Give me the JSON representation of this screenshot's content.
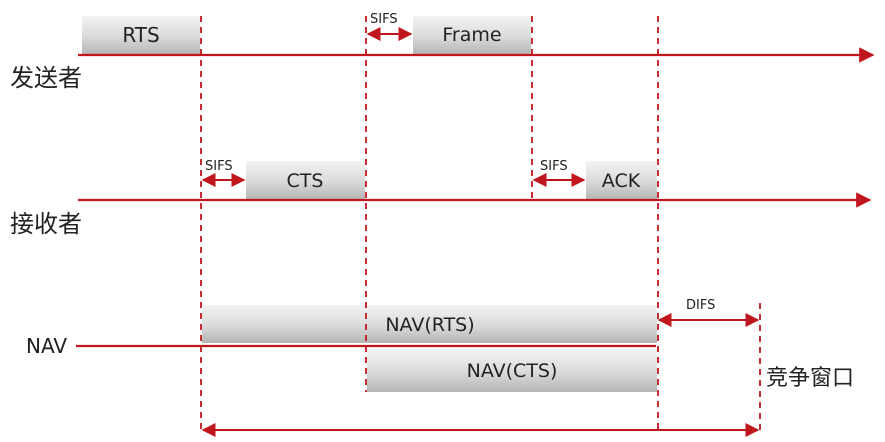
{
  "rows": {
    "sender": "发送者",
    "receiver": "接收者",
    "nav": "NAV"
  },
  "frames": {
    "rts": "RTS",
    "frame": "Frame",
    "cts": "CTS",
    "ack": "ACK",
    "nav_rts": "NAV(RTS)",
    "nav_cts": "NAV(CTS)"
  },
  "intervals": {
    "sifs_frame": "SIFS",
    "sifs_cts": "SIFS",
    "sifs_ack": "SIFS",
    "difs": "DIFS"
  },
  "contention_window": "竞争窗口",
  "colors": {
    "line": "#c0161d",
    "frame_fill_top": "#f2f2f2",
    "frame_fill_bottom": "#b9b9b9",
    "text": "#222222"
  }
}
